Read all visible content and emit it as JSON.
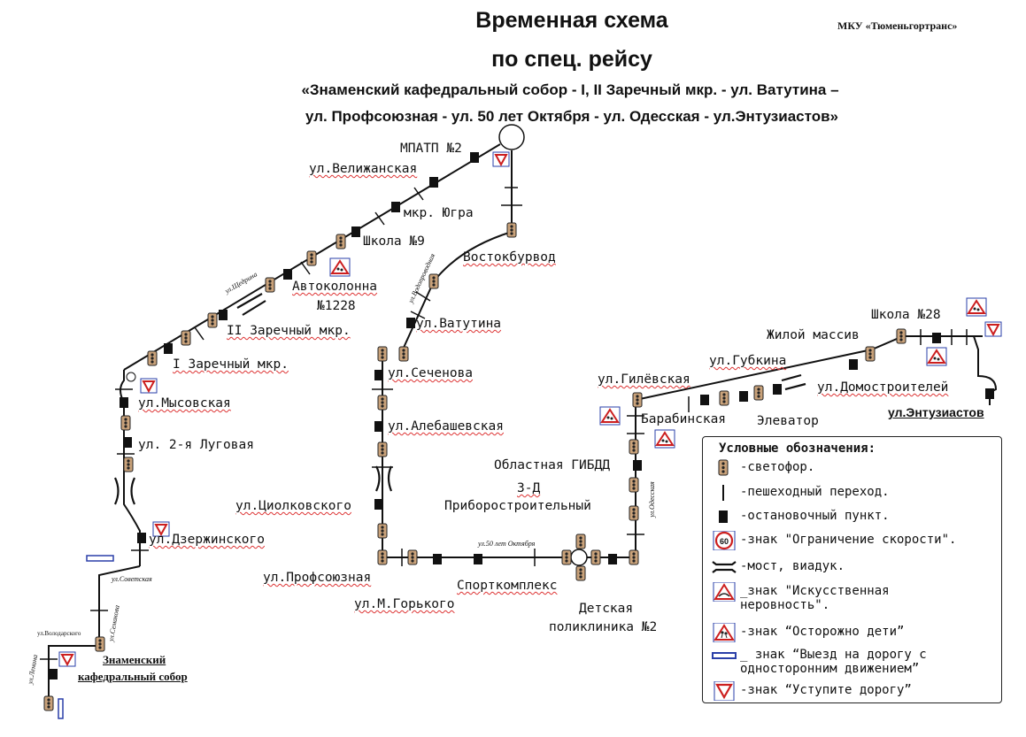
{
  "header": {
    "title_line1": "Временная схема",
    "title_line2": "по спец. рейсу",
    "route_line1": "«Знаменский кафедральный собор - I, II Заречный мкр. - ул. Ватутина –",
    "route_line2": "ул. Профсоюзная - ул. 50 лет Октября - ул. Одесская - ул.Энтузиастов»",
    "organization": "МКУ «Тюменьгортранс»"
  },
  "stops": {
    "mpatp": "МПАТП №2",
    "velizhanskaya": "ул.Велижанская",
    "yugra": "мкр. Югра",
    "school9": "Школа №9",
    "vostokburvod": "Востокбурвод",
    "avtokolonna_1": "Автоколонна",
    "avtokolonna_2": "№1228",
    "zarechny2": "II Заречный мкр.",
    "zarechny1": "I Заречный мкр.",
    "vatutina": "ул.Ватутина",
    "sechenova": "ул.Сеченова",
    "alebashevskaya": "ул.Алебашевская",
    "tsiolkovskogo": "ул.Циолковского",
    "profsoyuznaya": "ул.Профсоюзная",
    "gorkogo": "ул.М.Горького",
    "sportkompleks": "Спорткомплекс",
    "detskaya_1": "Детская",
    "detskaya_2": "поликлиника №2",
    "pribor_1": "З-Д",
    "pribor_2": "Приборостроительный",
    "gibdd": "Областная ГИБДД",
    "barabinskaya": "Барабинская",
    "gilevskaya": "ул.Гилёвская",
    "elevator": "Элеватор",
    "gubkina": "ул.Губкина",
    "stroiteley": "ул.Домостроителей",
    "massiv": "Жилой массив",
    "school28": "Школа №28",
    "entuziastov": "ул.Энтузиастов",
    "mysovskaya": "ул.Мысовская",
    "lugovaya": "ул. 2-я Луговая",
    "dzerzhinskogo": "ул.Дзержинского",
    "znamensky_1": "Знаменский",
    "znamensky_2": "кафедральный собор"
  },
  "streets": {
    "shchedrina": "ул.Щедрина",
    "vodoprovodnaya": "ул.Водопроводная",
    "50let": "ул.50 лет Октября",
    "odesskaya": "ул.Одесская",
    "sovetskaya": "ул.Советская",
    "volodarskogo": "ул.Володарского",
    "semakova": "ул.Семакова",
    "lenina": "ул.Ленина"
  },
  "legend": {
    "title": "Условные обозначения:",
    "items": [
      {
        "icon": "traffic-light-icon",
        "label": "-светофор."
      },
      {
        "icon": "pedestrian-crossing-icon",
        "label": "-пешеходный переход."
      },
      {
        "icon": "bus-stop-icon",
        "label": "-остановочный пункт."
      },
      {
        "icon": "speed-limit-sign-icon",
        "label": "-знак \"Ограничение скорости\".",
        "value": "60"
      },
      {
        "icon": "bridge-icon",
        "label": "-мост, виадук."
      },
      {
        "icon": "speed-bump-sign-icon",
        "label": "_знак \"Искусственная",
        "label2": "неровность\"."
      },
      {
        "icon": "children-sign-icon",
        "label": "-знак “Осторожно дети”"
      },
      {
        "icon": "one-way-sign-icon",
        "label": "_ знак “Выезд на дорогу с",
        "label2": "односторонним движением”"
      },
      {
        "icon": "yield-sign-icon",
        "label": "-знак “Уступите дорогу”"
      }
    ]
  },
  "colors": {
    "route": "#111111",
    "sign_red": "#cc1f1f",
    "sign_blue": "#2a3fa8",
    "light_body": "#c9a27a",
    "accent_wavy": "#dd3333"
  }
}
